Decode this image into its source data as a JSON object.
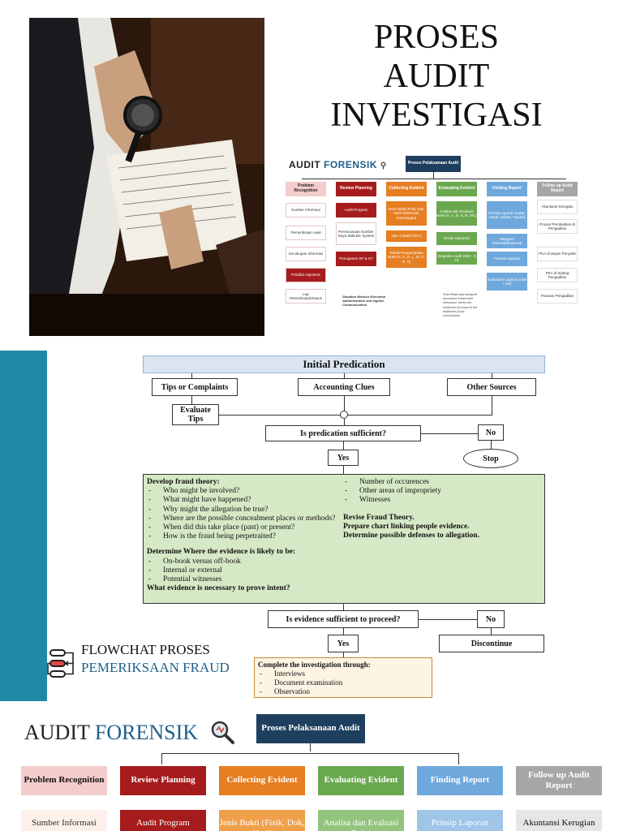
{
  "slide1": {
    "title_lines": [
      "PROSES",
      "AUDIT",
      "INVESTIGASI"
    ],
    "photo_alt": "Auditor examining documents with magnifying glass",
    "mini": {
      "brand_a": "AUDIT ",
      "brand_b": "FORENSIK",
      "root": "Proses Pelaksanaan Audit",
      "columns": [
        {
          "title": "Problem Recognition",
          "color": "#f4cccc",
          "text_color": "#222",
          "items": [
            "Sumber Informasi",
            "Pemeriksaan Awal",
            "Kecukupan Informasi",
            "Prediksi Hipotesis",
            "Lap Pemeriksaan/Kasus"
          ]
        },
        {
          "title": "Review Planning",
          "color": "#a61c1c",
          "text_color": "#fff",
          "items": [
            "Audit Program",
            "Perencanaan Sumber Daya SMILBC System",
            "Penugasan SP & ST"
          ]
        },
        {
          "title": "Collecting Evident",
          "color": "#e67e22",
          "text_color": "#fff",
          "items": [
            "Jenis Bukti (Fisik, Dok, Hasil Observasi, Keterangan)",
            "Tipe of Bukti (PAC)",
            "Teknik Pengumpulan Bukti (A, C, D, L, M, O, R, S)"
          ]
        },
        {
          "title": "Evaluating Evident",
          "color": "#6aa84f",
          "text_color": "#fff",
          "items": [
            "Analisa dan Evaluasi Bukti (A, C, D, K, R, SIC)",
            "Revisi Hipotesis",
            "Simpulan Audit (SW + 5 H)"
          ]
        },
        {
          "title": "Finding Report",
          "color": "#6fa8dc",
          "text_color": "#fff",
          "items": [
            "Prinsip Laporan (Latar, Dasar, Sebab, Tujuan)",
            "Mengerti Informal/Eksternal",
            "Format Laporan",
            "Substansi Laporan (SW + 5H)"
          ]
        },
        {
          "title": "Follow up Audit Report",
          "color": "#a6a6a6",
          "text_color": "#fff",
          "items": [
            "Akuntansi Kerugian",
            "Proses Pembuktian di Pengadilan",
            "PKA di depan Penyidik",
            "PKA di Sidang Pengadilan",
            "Putusan Pengadilan"
          ]
        }
      ],
      "italic_a": "Situation Mission Execution Administration and logistic Communication",
      "italic_b": "Find Read and interpret document Determine relevance Verify the evidence Account to the evidence Draw conclusions"
    }
  },
  "slide2": {
    "initial": "Initial Predication",
    "sources": [
      "Tips or Complaints",
      "Accounting Clues",
      "Other Sources"
    ],
    "evaluate": "Evaluate Tips",
    "q1": "Is predication sufficient?",
    "no1": "No",
    "yes1": "Yes",
    "stop": "Stop",
    "theory": {
      "heading": "Develop fraud theory:",
      "left_items": [
        "Who might be involved?",
        "What might have happened?",
        "Why might the allegation be true?",
        "Where are the possible concealment places or methods?",
        "When did this take place (past) or present?",
        "How is the fraud being perpetraited?"
      ],
      "evidence_heading": "Determine Where the evidence is likely to be:",
      "evidence_items": [
        "On-book versus off-book",
        "Internal or external",
        "Potential witnesses"
      ],
      "intent": "What evidence is necessary to prove intent?",
      "right_items": [
        "Number of occurences",
        "Other areas of impropriety",
        "Witnesses"
      ],
      "revise": "Revise Fraud Theory.",
      "chart": "Prepare chart linking people evidence.",
      "defenses": "Determine possible defenses to allegation."
    },
    "q2": "Is evidence sufficient to proceed?",
    "no2": "No",
    "yes2": "Yes",
    "discontinue": "Discontinue",
    "complete_heading": "Complete the investigation through:",
    "complete_items": [
      "Interviews",
      "Document examination",
      "Observation"
    ],
    "caption_a": "FLOWCHAT PROSES",
    "caption_b": "PEMERIKSAAN FRAUD"
  },
  "slide3": {
    "brand_a": "AUDIT ",
    "brand_b": "FORENSIK",
    "root": "Proses Pelaksanaan Audit",
    "columns": [
      {
        "title": "Problem Recognition",
        "color": "#f4cccc",
        "text_color": "#111",
        "first": "Sumber Informasi",
        "first_bg": "#fdf0ea",
        "first_color": "#333"
      },
      {
        "title": "Review Planning",
        "color": "#a61c1c",
        "text_color": "#fff",
        "first": "Audit Program",
        "first_bg": "#a61c1c",
        "first_color": "#fff"
      },
      {
        "title": "Collecting Evident",
        "color": "#e67e22",
        "text_color": "#fff",
        "first": "Jenis Bukti (Fisik, Dok, Hasil",
        "first_bg": "#f0a04b",
        "first_color": "#fff"
      },
      {
        "title": "Evaluating Evident",
        "color": "#6aa84f",
        "text_color": "#fff",
        "first": "Analisa dan Evaluasi Bukti",
        "first_bg": "#93c47d",
        "first_color": "#fff"
      },
      {
        "title": "Finding Report",
        "color": "#6fa8dc",
        "text_color": "#fff",
        "first": "Prinsip Laporan",
        "first_bg": "#9fc5e8",
        "first_color": "#fff"
      },
      {
        "title": "Follow up Audit Report",
        "color": "#a6a6a6",
        "text_color": "#fff",
        "first": "Akuntansi Kerugian",
        "first_bg": "#e6e6e6",
        "first_color": "#111"
      }
    ]
  }
}
